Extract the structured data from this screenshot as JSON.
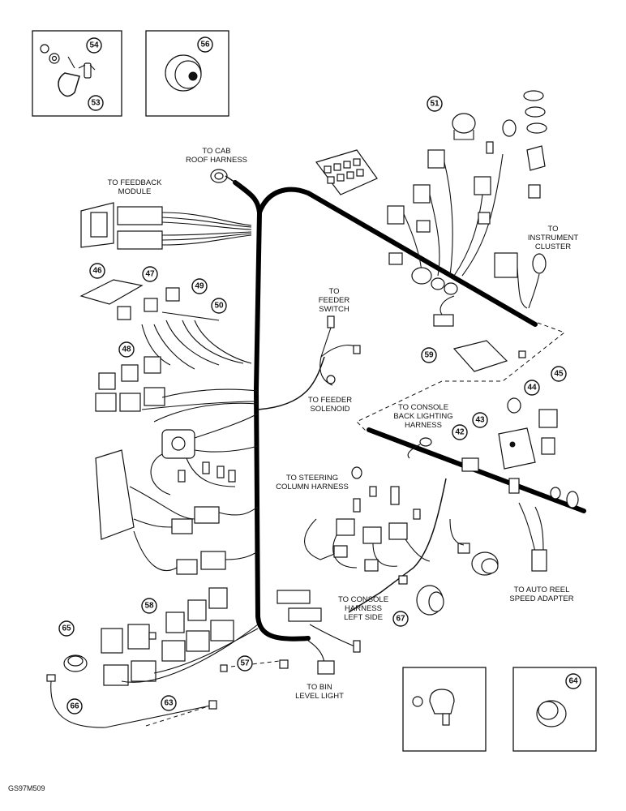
{
  "labels": {
    "cab_roof_1": "TO CAB",
    "cab_roof_2": "ROOF HARNESS",
    "feedback_1": "TO FEEDBACK",
    "feedback_2": "MODULE",
    "instrument_1": "TO",
    "instrument_2": "INSTRUMENT",
    "instrument_3": "CLUSTER",
    "feeder_switch_1": "TO",
    "feeder_switch_2": "FEEDER",
    "feeder_switch_3": "SWITCH",
    "feeder_solenoid_1": "TO FEEDER",
    "feeder_solenoid_2": "SOLENOID",
    "console_back_1": "TO CONSOLE",
    "console_back_2": "BACK LIGHTING",
    "console_back_3": "HARNESS",
    "steering_1": "TO STEERING",
    "steering_2": "COLUMN HARNESS",
    "auto_reel_1": "TO AUTO REEL",
    "auto_reel_2": "SPEED ADAPTER",
    "console_left_1": "TO CONSOLE",
    "console_left_2": "HARNESS",
    "console_left_3": "LEFT SIDE",
    "bin_level_1": "TO BIN",
    "bin_level_2": "LEVEL LIGHT"
  },
  "callouts": {
    "c54": "54",
    "c53": "53",
    "c56": "56",
    "c51": "51",
    "c46": "46",
    "c47": "47",
    "c49": "49",
    "c50": "50",
    "c48": "48",
    "c59": "59",
    "c44": "44",
    "c45": "45",
    "c43": "43",
    "c42": "42",
    "c65": "65",
    "c58": "58",
    "c57": "57",
    "c66": "66",
    "c63": "63",
    "c67": "67",
    "c64": "64"
  },
  "figure_code": "GS97M509"
}
